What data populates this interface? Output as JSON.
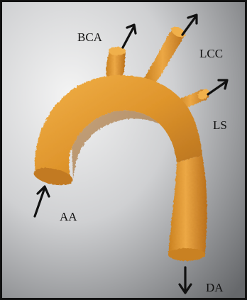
{
  "labels": {
    "bca": "BCA",
    "lcc": "LCC",
    "ls": "LS",
    "aa": "AA",
    "da": "DA"
  },
  "colors": {
    "frame": "#111111",
    "background_light": "#f2f2f2",
    "background_dark": "#6c6e70",
    "vessel": "#e0992f",
    "vessel_shadow": "#a8651a",
    "arrow": "#111111"
  }
}
